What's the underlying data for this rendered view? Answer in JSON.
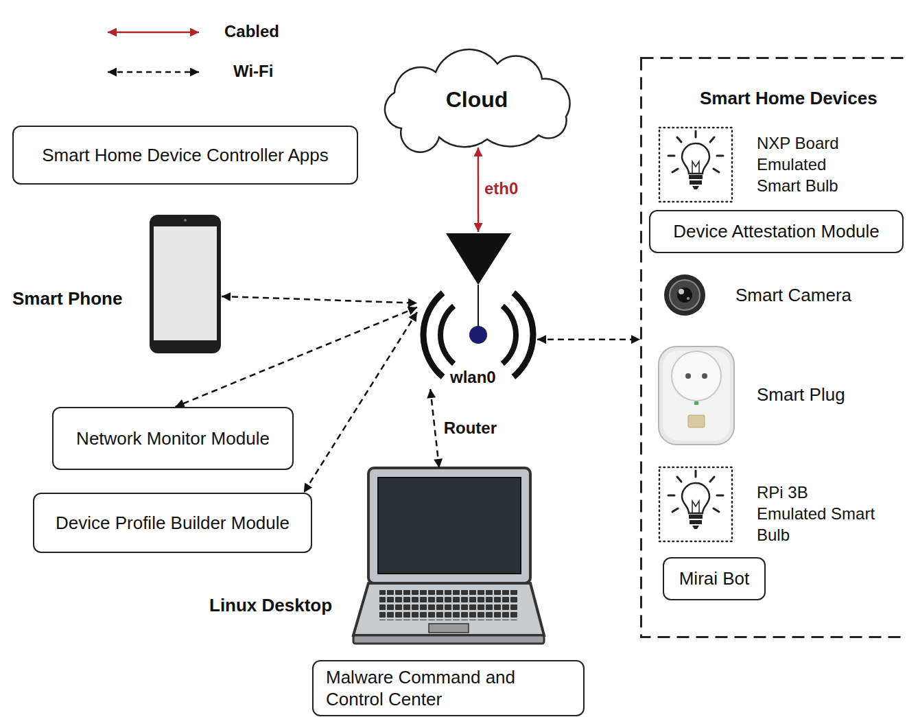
{
  "diagram": {
    "nodes": [
      {
        "text": [
          "Cloud"
        ]
      },
      {
        "text": [
          "Smart Home Device Controller Apps"
        ]
      },
      {
        "text": [
          "Smart Home Devices"
        ]
      },
      {
        "text": [
          "NXP Board Emulated Smart Bulb"
        ],
        "in": 2
      },
      {
        "text": [
          "Device Attestation Module"
        ],
        "in": 2
      },
      {
        "text": [
          "Smart Phone"
        ]
      },
      {
        "text": [
          "wlan0"
        ]
      },
      {
        "text": [
          "Smart Camera"
        ],
        "in": 2
      },
      {
        "text": [
          "Network Monitor Module"
        ]
      },
      {
        "text": [
          "Smart Plug"
        ],
        "in": 2
      },
      {
        "text": [
          "Device Profile Builder Module"
        ]
      },
      {
        "text": [
          "RPi 3B Emulated Smart Bulb"
        ],
        "in": 2
      },
      {
        "text": [
          "Linux Desktop"
        ]
      },
      {
        "text": [
          "Mirai Bot"
        ],
        "in": 2
      },
      {
        "text": [
          "Malware Command and Control Center"
        ]
      }
    ],
    "edges": [
      {
        "from": 0,
        "to": 6,
        "arrow": "both",
        "label": "eth0"
      },
      {
        "from": 5,
        "to": 6,
        "arrow": "both"
      },
      {
        "from": 6,
        "to": 8,
        "arrow": "both"
      },
      {
        "from": 6,
        "to": 10,
        "arrow": "both"
      },
      {
        "from": 6,
        "to": 12,
        "arrow": "both",
        "label": "Router"
      },
      {
        "from": 6,
        "to": 2,
        "arrow": "both"
      }
    ],
    "legend": [
      {
        "text": "Cabled"
      },
      {
        "text": "Wi-Fi"
      }
    ]
  }
}
